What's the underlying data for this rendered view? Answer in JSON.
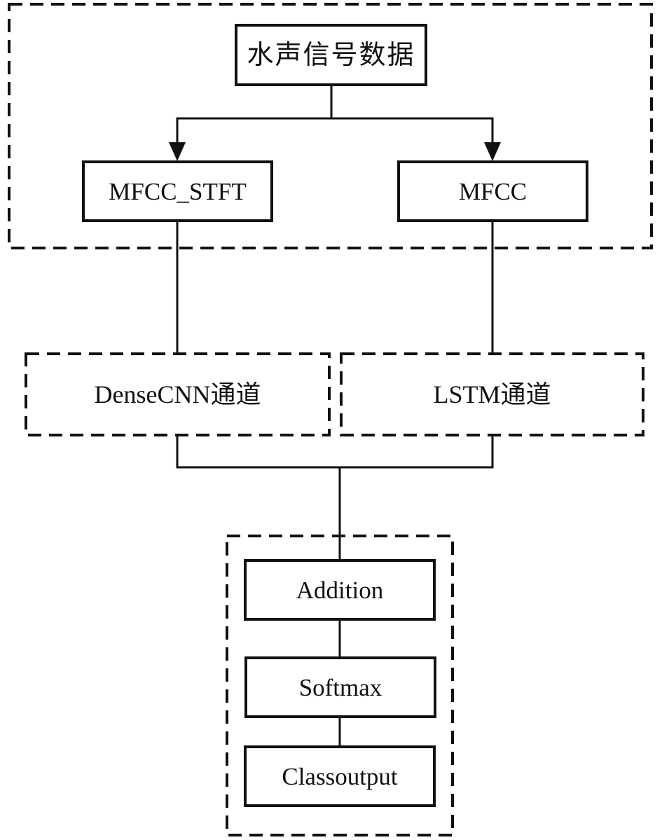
{
  "diagram": {
    "nodes": {
      "signal": {
        "label": "水声信号数据"
      },
      "mfcc_stft": {
        "label": "MFCC_STFT"
      },
      "mfcc": {
        "label": "MFCC"
      },
      "densecnn_channel": {
        "label": "DenseCNN通道"
      },
      "lstm_channel": {
        "label": "LSTM通道"
      },
      "addition": {
        "label": "Addition"
      },
      "softmax": {
        "label": "Softmax"
      },
      "classoutput": {
        "label": "Classoutput"
      }
    },
    "groups": {
      "feature_extraction_group": [
        "signal",
        "mfcc_stft",
        "mfcc"
      ],
      "fusion_output_group": [
        "addition",
        "softmax",
        "classoutput"
      ]
    },
    "edges": [
      {
        "from": "signal",
        "to": "mfcc_stft",
        "arrow": true
      },
      {
        "from": "signal",
        "to": "mfcc",
        "arrow": true
      },
      {
        "from": "mfcc_stft",
        "to": "densecnn_channel",
        "arrow": false
      },
      {
        "from": "mfcc",
        "to": "lstm_channel",
        "arrow": false
      },
      {
        "from": "densecnn_channel",
        "to": "addition",
        "arrow": false
      },
      {
        "from": "lstm_channel",
        "to": "addition",
        "arrow": false
      },
      {
        "from": "addition",
        "to": "softmax",
        "arrow": false
      },
      {
        "from": "softmax",
        "to": "classoutput",
        "arrow": false
      }
    ],
    "colors": {
      "ink": "#111111",
      "background": "#ffffff"
    }
  }
}
